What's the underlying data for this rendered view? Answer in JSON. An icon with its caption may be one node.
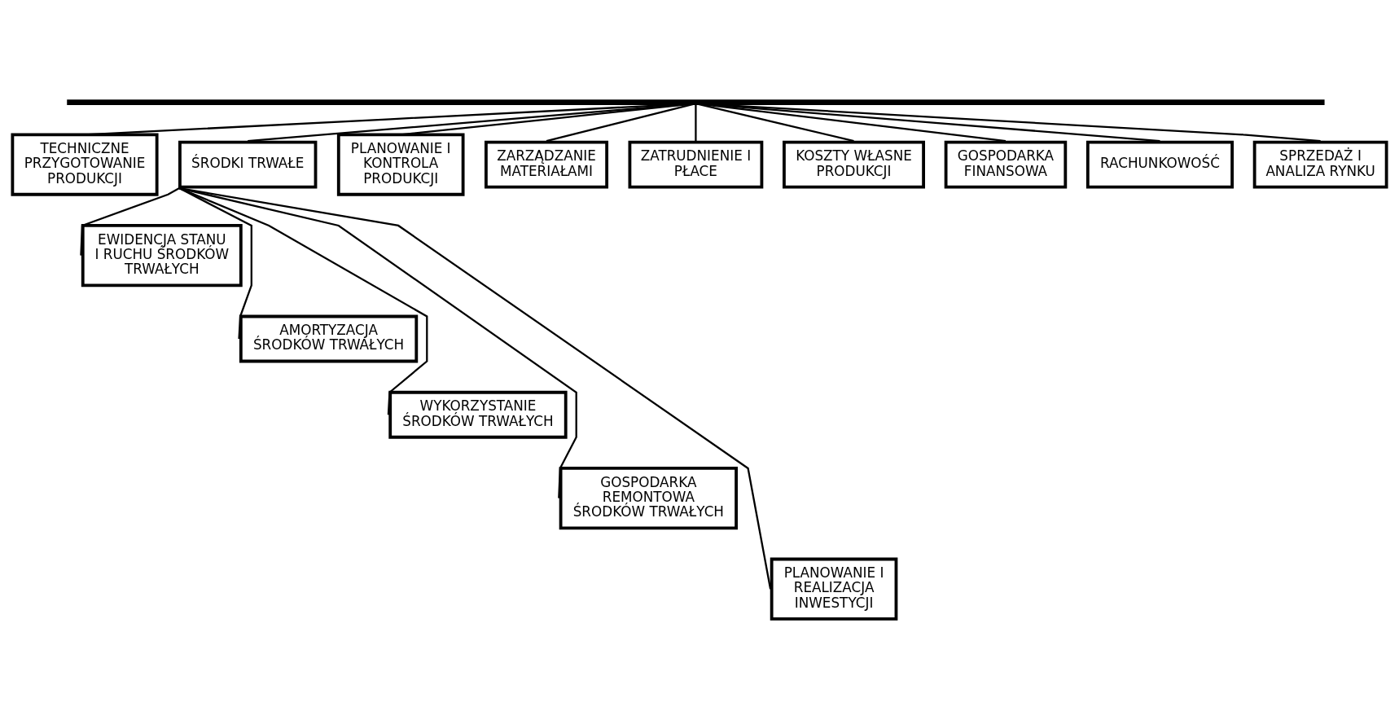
{
  "diagram": {
    "nodes": [
      {
        "text": [],
        "shape": "bar"
      },
      {
        "text": [
          "TECHNICZNE PRZYGOTOWANIE PRODUKCJI"
        ]
      },
      {
        "text": [
          "ŚRODKI TRWAŁE"
        ]
      },
      {
        "text": [
          "PLANOWANIE I KONTROLA PRODUKCJI"
        ]
      },
      {
        "text": [
          "ZARZĄDZANIE MATERIAŁAMI"
        ]
      },
      {
        "text": [
          "ZATRUDNIENIE I PŁACE"
        ]
      },
      {
        "text": [
          "KOSZTY WŁASNE PRODUKCJI"
        ]
      },
      {
        "text": [
          "GOSPODARKA FINANSOWA"
        ]
      },
      {
        "text": [
          "RACHUNKOWOŚĆ"
        ]
      },
      {
        "text": [
          "SPRZEDAŻ I ANALIZA RYNKU"
        ]
      },
      {
        "text": [
          "EWIDENCJA STANU I RUCHU ŚRODKÓW TRWAŁYCH"
        ]
      },
      {
        "text": [
          "AMORTYZACJA ŚRODKÓW TRWAŁYCH"
        ]
      },
      {
        "text": [
          "WYKORZYSTANIE ŚRODKÓW TRWAŁYCH"
        ]
      },
      {
        "text": [
          "GOSPODARKA REMONTOWA ŚRODKÓW TRWAŁYCH"
        ]
      },
      {
        "text": [
          "PLANOWANIE I REALIZACJA INWESTYCJI"
        ]
      }
    ],
    "edges": [
      {
        "from": 0,
        "to": 1,
        "arrow": "none"
      },
      {
        "from": 0,
        "to": 2,
        "arrow": "none"
      },
      {
        "from": 0,
        "to": 3,
        "arrow": "none"
      },
      {
        "from": 0,
        "to": 4,
        "arrow": "none"
      },
      {
        "from": 0,
        "to": 5,
        "arrow": "none"
      },
      {
        "from": 0,
        "to": 6,
        "arrow": "none"
      },
      {
        "from": 0,
        "to": 7,
        "arrow": "none"
      },
      {
        "from": 0,
        "to": 8,
        "arrow": "none"
      },
      {
        "from": 0,
        "to": 9,
        "arrow": "none"
      },
      {
        "from": 2,
        "to": 10,
        "arrow": "none"
      },
      {
        "from": 2,
        "to": 11,
        "arrow": "none"
      },
      {
        "from": 2,
        "to": 12,
        "arrow": "none"
      },
      {
        "from": 2,
        "to": 13,
        "arrow": "none"
      },
      {
        "from": 2,
        "to": 14,
        "arrow": "none"
      }
    ]
  }
}
